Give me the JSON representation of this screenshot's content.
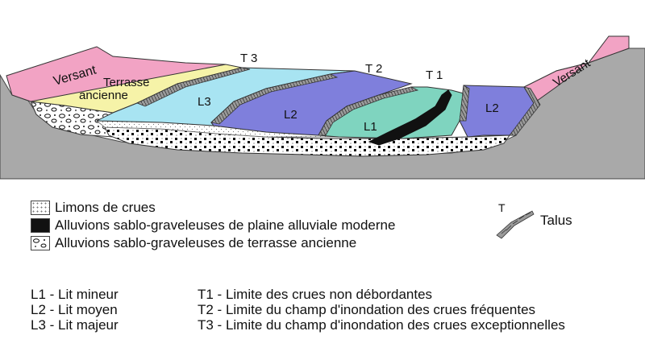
{
  "diagram": {
    "labels": {
      "versant_left": "Versant",
      "versant_right": "Versant",
      "terrasse_line1": "Terrasse",
      "terrasse_line2": "ancienne",
      "l3": "L3",
      "l2_left": "L2",
      "l2_right": "L2",
      "l1": "L1",
      "t3": "T 3",
      "t2": "T 2",
      "t1": "T 1"
    },
    "colors": {
      "versant": "#f2a3c4",
      "terrasse": "#f6f3a8",
      "l3": "#a8e4f2",
      "l2": "#7f7fdc",
      "l1": "#7fd4bf",
      "bedrock": "#a9a9a9"
    }
  },
  "legend": {
    "limons": "Limons de crues",
    "alluvions_moderne": "Alluvions sablo-graveleuses de plaine alluviale moderne",
    "alluvions_terrasse": "Alluvions sablo-graveleuses de terrasse ancienne",
    "talus_letter": "T",
    "talus": "Talus"
  },
  "definitions": {
    "lits": [
      "L1 - Lit mineur",
      "L2 - Lit moyen",
      "L3 - Lit majeur"
    ],
    "limites": [
      "T1 - Limite des crues non débordantes",
      "T2 - Limite du champ d'inondation des crues fréquentes",
      "T3 - Limite du champ d'inondation des crues exceptionnelles"
    ]
  }
}
